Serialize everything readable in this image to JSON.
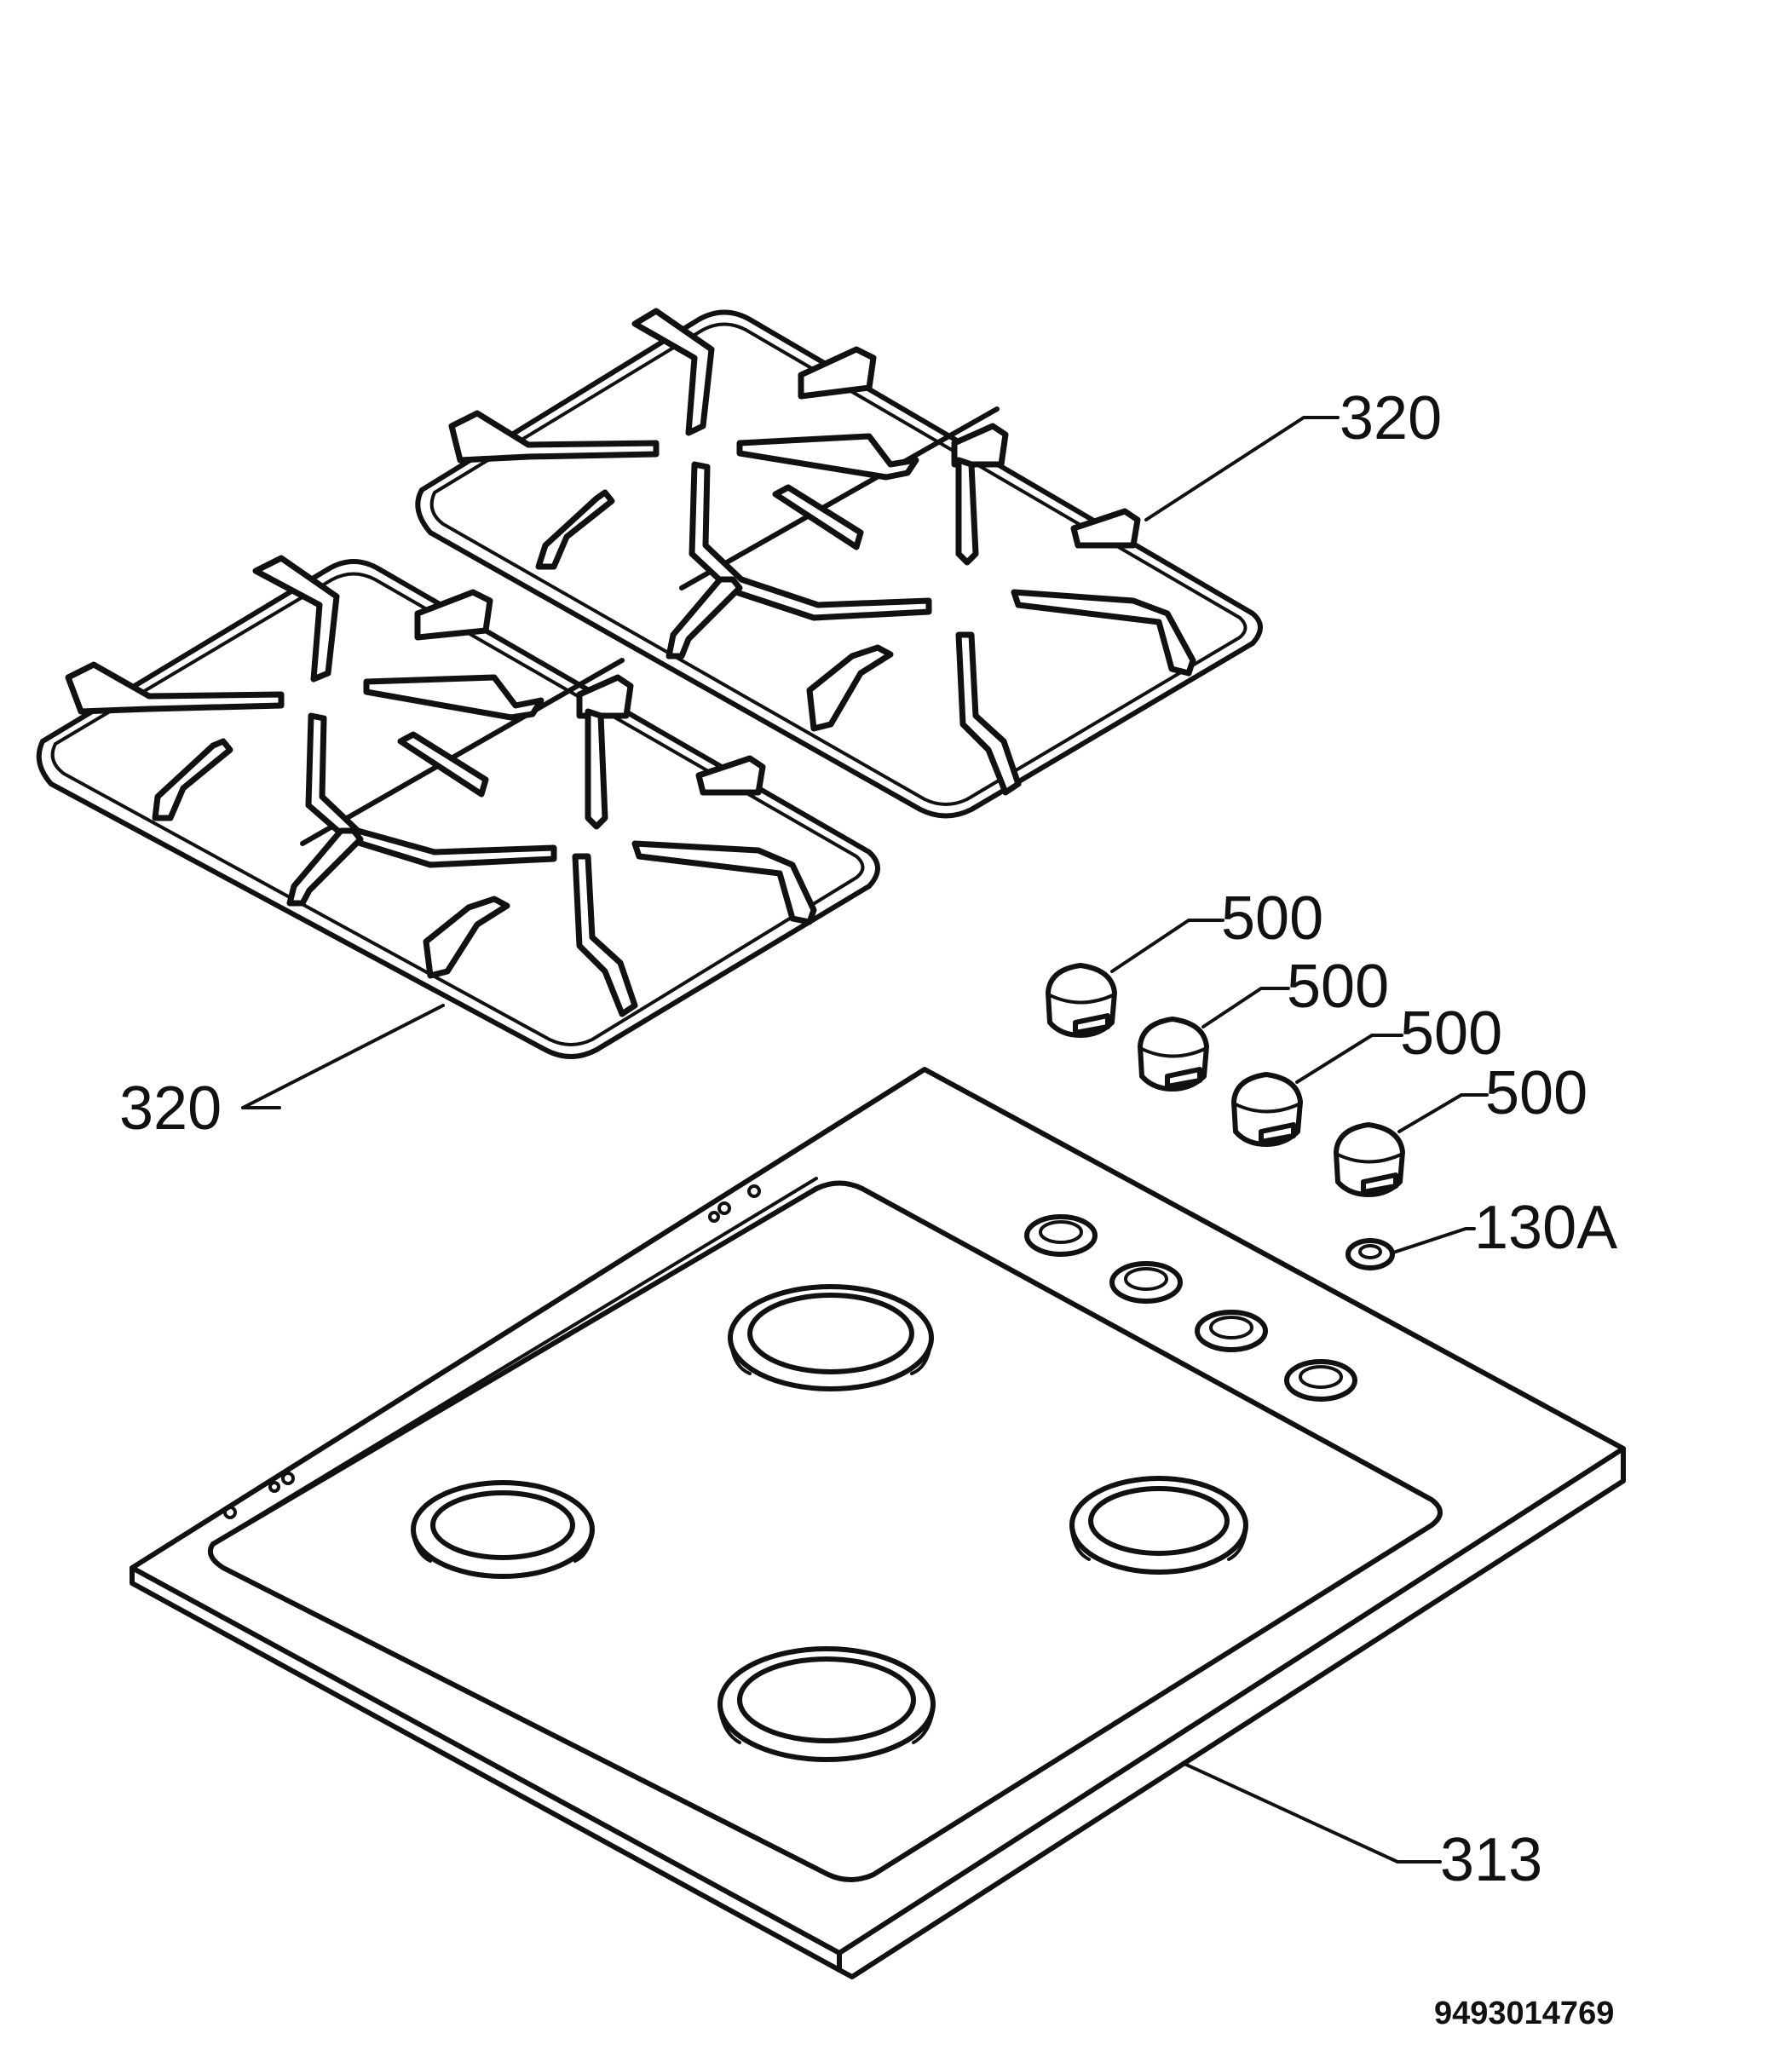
{
  "labels": {
    "grid_top": "320",
    "grid_left": "320",
    "knob_1": "500",
    "knob_2": "500",
    "knob_3": "500",
    "knob_4": "500",
    "ring": "130A",
    "hob": "313"
  },
  "drawing_number": "9493014769"
}
